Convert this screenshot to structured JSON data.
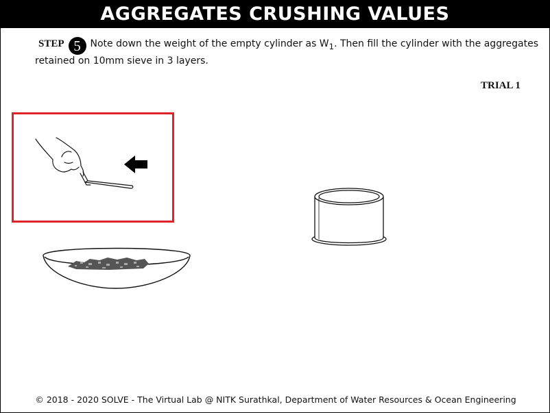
{
  "header": {
    "title": "AGGREGATES CRUSHING VALUES"
  },
  "step": {
    "label": "STEP",
    "number": "5",
    "instruction_pre": "Note down the weight of the empty cylinder as W",
    "instruction_sub": "1",
    "instruction_post": ". Then fill the cylinder with the aggregates retained on 10mm sieve in 3 layers."
  },
  "trial": {
    "label": "TRIAL 1"
  },
  "tools": {
    "highlight_color": "#e0222c",
    "icons": [
      "hand-with-tamping-rod-icon",
      "arrow-left-icon",
      "empty-cylinder-icon",
      "aggregate-pan-icon"
    ]
  },
  "footer": {
    "text": "© 2018 - 2020 SOLVE - The Virtual Lab @ NITK Surathkal, Department of Water Resources & Ocean Engineering"
  }
}
